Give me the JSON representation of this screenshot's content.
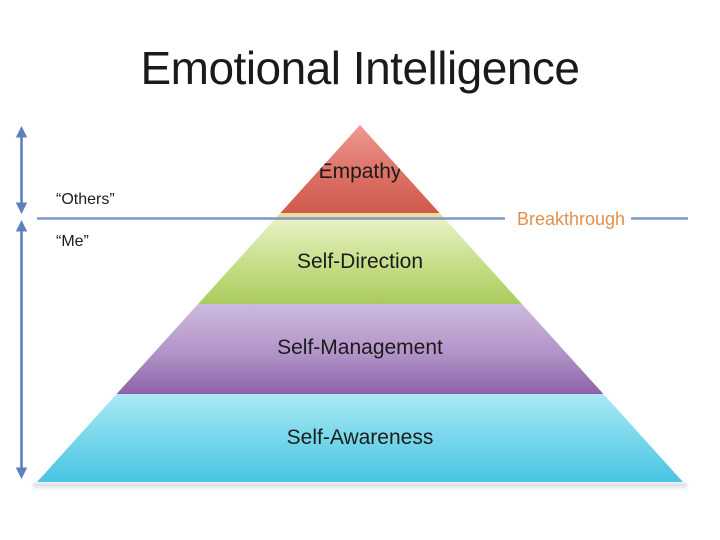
{
  "title": "Emotional Intelligence",
  "pyramid": {
    "levels": [
      {
        "label": "Empathy",
        "color_top": "#ec9a92",
        "color_bottom": "#d05a4d"
      },
      {
        "label": "Self-Direction",
        "color_top": "#e6f2c2",
        "color_bottom": "#a9cb5e"
      },
      {
        "label": "Self-Management",
        "color_top": "#cdbade",
        "color_bottom": "#8d63a6"
      },
      {
        "label": "Self-Awareness",
        "color_top": "#abe9f4",
        "color_bottom": "#49c5e1"
      }
    ],
    "base_seam_color": "#f2cf9e"
  },
  "annotations": {
    "others": "“Others”",
    "me": "“Me”",
    "breakthrough": {
      "label": "Breakthrough",
      "color": "#e2904d"
    },
    "divider_line_color": "#7e99c4",
    "arrow_color": "#5d81ba"
  },
  "icons": {
    "others_span": "double-headed-vertical-arrow",
    "me_span": "double-headed-vertical-arrow"
  }
}
